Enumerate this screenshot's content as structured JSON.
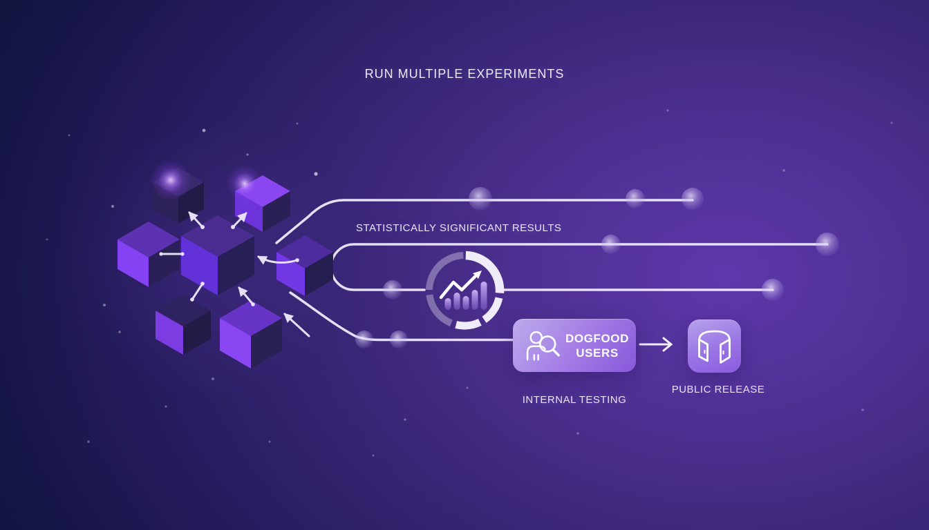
{
  "title": "RUN MULTIPLE EXPERIMENTS",
  "labels": {
    "statistically_significant_results": "STATISTICALLY SIGNIFICANT RESULTS",
    "internal_testing": "INTERNAL TESTING",
    "public_release": "PUBLIC RELEASE"
  },
  "dogfood_badge": {
    "line1": "DOGFOOD",
    "line2": "USERS"
  },
  "icons": {
    "experiment_cluster": "isometric-cubes-network-icon",
    "results_ring": "donut-ring-chart-icon",
    "results_trend": "bar-chart-trending-up-icon",
    "dogfood": "user-search-icon",
    "public_release": "open-doors-icon"
  },
  "colors": {
    "background_top_left": "#121440",
    "background_highlight": "#5e38ab",
    "cube_face_bright": "#8a46f0",
    "cube_face_mid": "#4b2d92",
    "cube_face_dark": "#262052",
    "badge_gradient_top": "#bcabec",
    "badge_gradient_bottom": "#8757da",
    "line_white": "#f2eefb",
    "text": "#e8e3f6"
  }
}
